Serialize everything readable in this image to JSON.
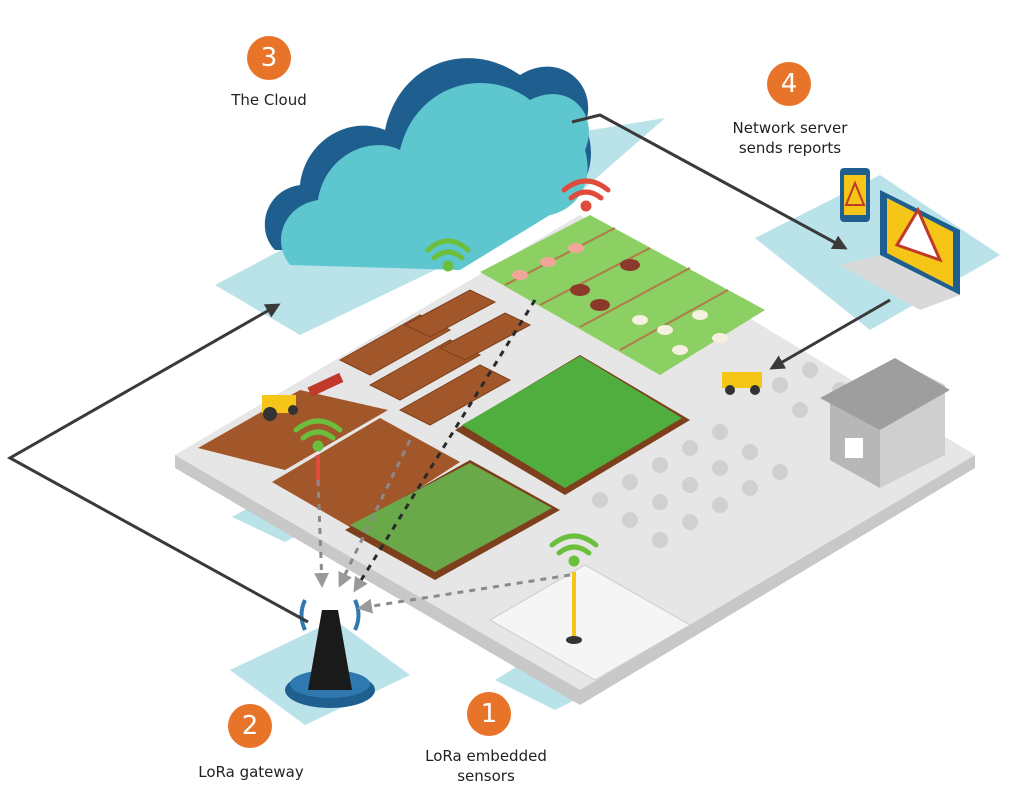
{
  "colors": {
    "step_badge": "#e8742a",
    "cloud_face": "#5ec6cf",
    "cloud_side": "#1f5f8f",
    "shadow_panel": "#a9dbe3",
    "platform_top": "#e6e6e6",
    "platform_side": "#c8c8c8",
    "soil": "#a2572a",
    "soil_dark": "#7d3f1c",
    "grass": "#8ccf63",
    "crop": "#4fae3d",
    "signal_green": "#6cbf3c",
    "signal_red": "#e04b3c",
    "connector": "#3a3a3a",
    "dashed": "#8a8a8a",
    "laptop_body": "#1f5f8f",
    "warning_yellow": "#f5c518"
  },
  "steps": [
    {
      "number": "1",
      "label_lines": [
        "LoRa embedded",
        "sensors"
      ]
    },
    {
      "number": "2",
      "label_lines": [
        "LoRa gateway"
      ]
    },
    {
      "number": "3",
      "label_lines": [
        "The Cloud"
      ]
    },
    {
      "number": "4",
      "label_lines": [
        "Network server",
        "sends reports"
      ]
    }
  ],
  "icons": [
    "cloud-icon",
    "laptop-warning-icon",
    "phone-warning-icon",
    "gateway-tower-icon",
    "wifi-signal-icon",
    "barn-icon",
    "tractor-icon"
  ]
}
